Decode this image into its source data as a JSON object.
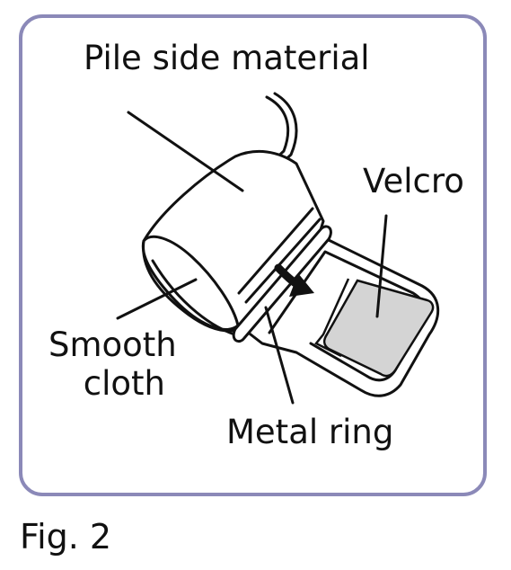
{
  "figure": {
    "caption": "Fig. 2",
    "labels": {
      "pile_side": "Pile side material",
      "velcro": "Velcro",
      "smooth_line1": "Smooth",
      "smooth_line2": "cloth",
      "metal_ring": "Metal ring"
    },
    "colors": {
      "frame_border": "#8b89b8",
      "velcro_fill": "#d4d4d4",
      "line": "#111111"
    }
  }
}
